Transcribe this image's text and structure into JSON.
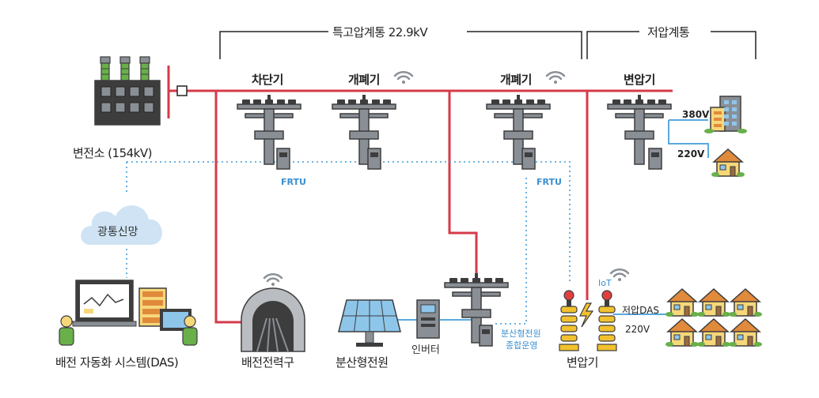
{
  "header": {
    "high_voltage": "특고압계통 22.9kV",
    "low_voltage": "저압계통"
  },
  "labels": {
    "substation": "변전소 (154kV)",
    "breaker": "차단기",
    "switch1": "개폐기",
    "switch2": "개폐기",
    "transformer_top": "변압기",
    "frtu1": "FRTU",
    "frtu2": "FRTU",
    "v380": "380V",
    "v220_top": "220V",
    "fiber": "광통신망",
    "das": "배전 자동화 시스템(DAS)",
    "tunnel": "배전전력구",
    "solar": "분산형전원",
    "inverter": "인버터",
    "der_ops_1": "분산형전원",
    "der_ops_2": "종합운영",
    "transformer_bottom": "변압기",
    "iot": "IoT",
    "low_das": "저압DAS",
    "v220_bottom": "220V"
  },
  "colors": {
    "power_line": "#d63a4a",
    "comm_line": "#5aa9dd",
    "dark": "#3d3d3d",
    "gray": "#8a8f96",
    "cloud": "#cfe3f4",
    "yellow": "#f2c12e",
    "green": "#69b04a"
  }
}
